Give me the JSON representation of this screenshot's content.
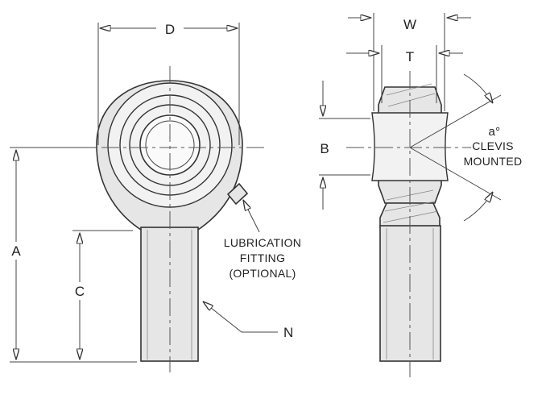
{
  "labels": {
    "d": "D",
    "w": "W",
    "t": "T",
    "b": "B",
    "a": "A",
    "c": "C",
    "n": "N",
    "angle": "a°"
  },
  "notes": {
    "clevis_line1": "CLEVIS",
    "clevis_line2": "MOUNTED",
    "lube_line1": "LUBRICATION",
    "lube_line2": "FITTING",
    "lube_line3": "(OPTIONAL)"
  },
  "colors": {
    "line": "#333333",
    "fill": "#e6e6e6"
  }
}
